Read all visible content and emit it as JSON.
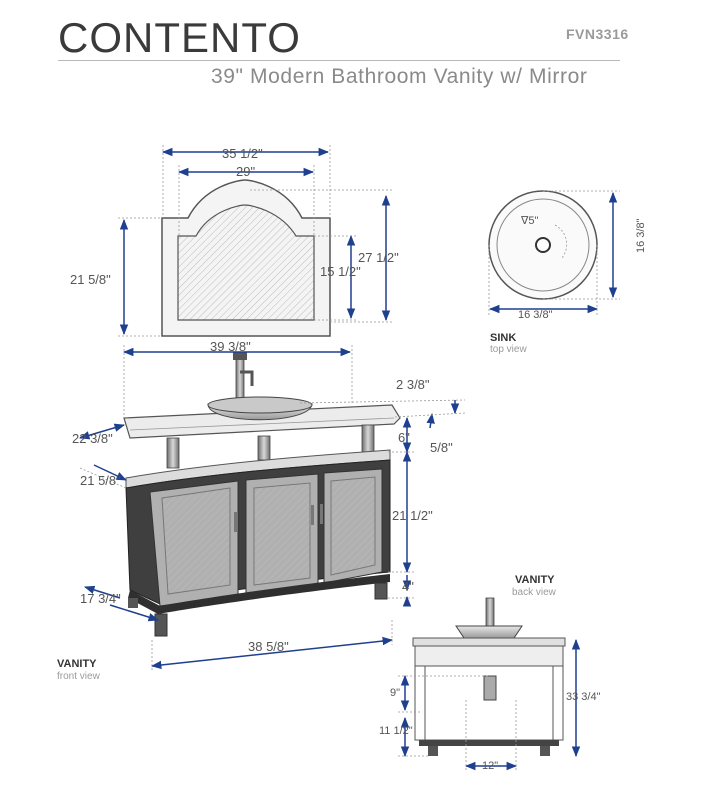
{
  "header": {
    "brand": "CONTENTO",
    "sku": "FVN3316",
    "subtitle": "39\" Modern Bathroom Vanity w/ Mirror"
  },
  "mirror": {
    "outer_width": "35 1/2\"",
    "inner_width": "29\"",
    "side_height": "21 5/8\"",
    "total_height": "27 1/2\"",
    "inner_height": "15 1/2\""
  },
  "sink": {
    "title": "SINK",
    "view": "top view",
    "drain": "∇5\"",
    "height": "16 3/8\"",
    "width": "16 3/8\""
  },
  "vanity_front": {
    "title": "VANITY",
    "view": "front view",
    "top_width": "39 3/8\"",
    "faucet_height": "2 3/8\"",
    "top_depth": "22 3/8\"",
    "upper_gap": "6\"",
    "glass_thickness": "5/8\"",
    "body_depth": "21 5/8\"",
    "cabinet_height": "21 1/2\"",
    "leg_height": "4\"",
    "base_depth": "17 3/4\"",
    "base_width": "38 5/8\""
  },
  "vanity_back": {
    "title": "VANITY",
    "view": "back view",
    "total_height": "33 3/4\"",
    "drain_height": "9\"",
    "lower_height": "11 1/2\"",
    "drain_width": "12\""
  }
}
